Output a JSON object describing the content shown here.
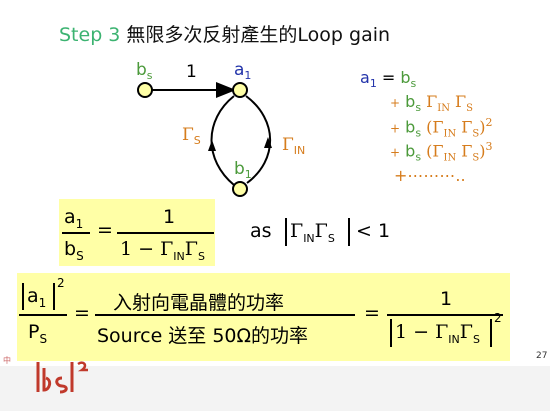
{
  "title": {
    "step": "Step 3",
    "rest": " 無限多次反射產生的Loop gain"
  },
  "graph": {
    "node_bs": "b",
    "node_bs_sub": "s",
    "node_a1": "a",
    "node_a1_sub": "1",
    "node_b1": "b",
    "node_b1_sub": "1",
    "branch_top": "1",
    "branch_left": "Γ",
    "branch_left_sub": "S",
    "branch_right": "Γ",
    "branch_right_sub": "IN"
  },
  "series": {
    "lhs": "a",
    "lhs_sub": "1",
    "eq": " = ",
    "b": "b",
    "b_sub": "s",
    "plus": "+",
    "gamma_in": "Γ",
    "gamma_in_sub": "IN",
    "gamma_s": "Γ",
    "gamma_s_sub": "S",
    "pow2": "2",
    "pow3": "3",
    "ellipsis": "+⋯⋯⋯.."
  },
  "eq1": {
    "num": "a",
    "num_sub": "1",
    "den": "b",
    "den_sub": "S",
    "equals": "=",
    "rhs_num": "1",
    "rhs_den_pre": "1 − Γ",
    "rhs_den_in": "IN",
    "rhs_den_gamma": "Γ",
    "rhs_den_s": "S",
    "as": "as",
    "cond_gamma1": "Γ",
    "cond_in": "IN",
    "cond_gamma2": "Γ",
    "cond_s": "S",
    "cond_rhs": "< 1"
  },
  "eq2": {
    "num": "a",
    "num_sub": "1",
    "num_pow": "2",
    "den": "P",
    "den_sub": "S",
    "equals": "=",
    "mid_num": "入射向電晶體的功率",
    "mid_den": "Source 送至 50Ω的功率",
    "equals2": "=",
    "rhs_num": "1",
    "rhs_den_pre": "1 − Γ",
    "rhs_den_in": "IN",
    "rhs_den_gamma": "Γ",
    "rhs_den_s": "S",
    "rhs_den_pow": "2"
  },
  "page_number": "27",
  "footer_mark": "中"
}
